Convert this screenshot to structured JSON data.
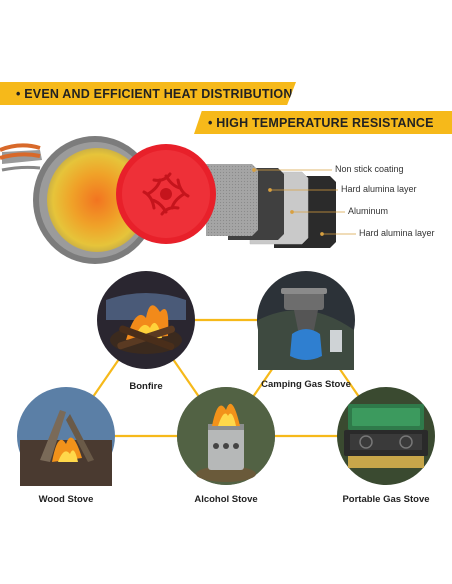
{
  "banners": {
    "heat": "• EVEN AND EFFICIENT HEAT DISTRIBUTION",
    "resistance": "• HIGH TEMPERATURE RESISTANCE"
  },
  "layers": [
    {
      "label": "Non stick coating",
      "color": "#9a9a9a"
    },
    {
      "label": "Hard alumina layer",
      "color": "#404040"
    },
    {
      "label": "Aluminum",
      "color": "#c9c9c9"
    },
    {
      "label": "Hard alumina layer",
      "color": "#2b2b2b"
    }
  ],
  "heat_sources": [
    {
      "label": "Bonfire"
    },
    {
      "label": "Camping Gas Stove"
    },
    {
      "label": "Wood Stove"
    },
    {
      "label": "Alcohol Stove"
    },
    {
      "label": "Portable Gas Stove"
    }
  ],
  "colors": {
    "accent": "#f6b91a",
    "heat_red": "#e8202a",
    "line": "#f6b91a"
  }
}
